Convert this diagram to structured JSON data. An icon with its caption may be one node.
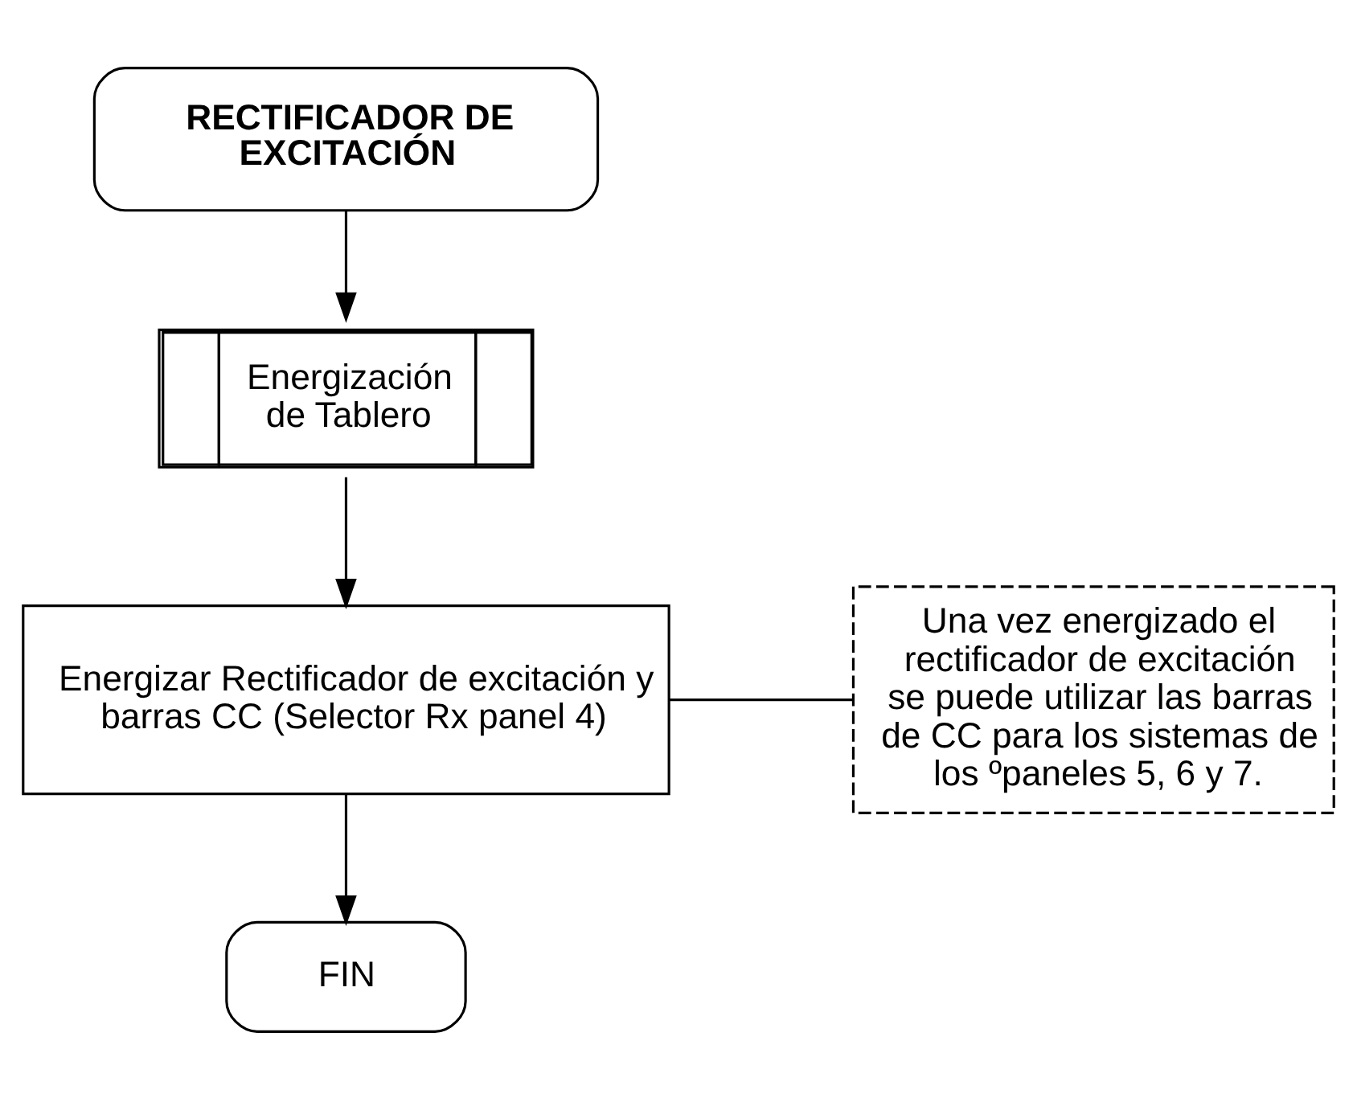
{
  "diagram": {
    "nodes": [
      {
        "text": [
          "RECTIFICADOR DE EXCITACIÓN"
        ]
      },
      {
        "text": [
          "Energización de Tablero"
        ]
      },
      {
        "text": [
          "Energizar Rectificador de excitación y barras CC (Selector Rx panel 4)"
        ]
      },
      {
        "text": [
          "FIN"
        ]
      },
      {
        "text": [
          "Una vez energizado el rectificador de excitación se puede utilizar las barras de CC para los sistemas de los ºpaneles 5, 6 y 7."
        ]
      }
    ],
    "edges": [
      {
        "from": 0,
        "to": 1,
        "arrow": "to"
      },
      {
        "from": 1,
        "to": 2,
        "arrow": "to"
      },
      {
        "from": 2,
        "to": 3,
        "arrow": "to"
      },
      {
        "from": 2,
        "to": 4,
        "arrow": "none"
      }
    ]
  }
}
